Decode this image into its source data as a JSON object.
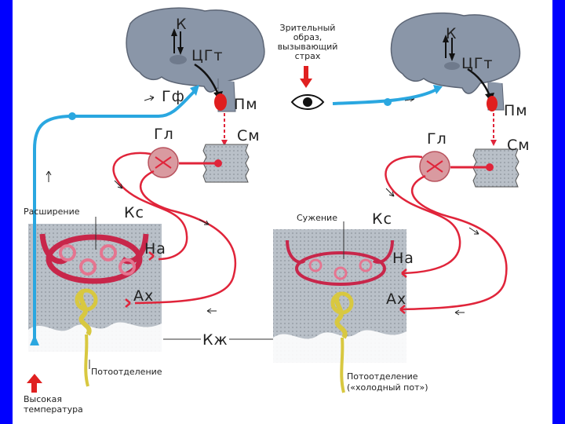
{
  "labels": {
    "k_left": "К",
    "cgt_left": "ЦГт",
    "gf": "Гф",
    "pm_left": "Пм",
    "sm_left": "См",
    "gl_left": "Гл",
    "ks_left": "Кс",
    "na_left": "На",
    "ax_left": "Ах",
    "expansion": "Расширение",
    "sweat_left": "Потоотделение",
    "high_temp_line1": "Высокая",
    "high_temp_line2": "температура",
    "visual_line1": "Зрительный",
    "visual_line2": "образ,",
    "visual_line3": "вызывающий",
    "visual_line4": "страх",
    "k_right": "К",
    "cgt_right": "ЦГт",
    "pm_right": "Пм",
    "sm_right": "См",
    "gl_right": "Гл",
    "ks_right": "Кс",
    "narrowing": "Сужение",
    "na_right": "На",
    "ax_right": "Ах",
    "kzh": "Кж",
    "sweat_right_line1": "Потоотделение",
    "sweat_right_line2": "(«холодный пот»)"
  },
  "colors": {
    "frame": "#0000ff",
    "brain": "#8a96a8",
    "afferent": "#2aa7e0",
    "nerve": "#e0243a",
    "vessel": "#c8264a",
    "gland": "#d8c840",
    "skin": "#b9c0c8",
    "arrow": "#e02020"
  }
}
